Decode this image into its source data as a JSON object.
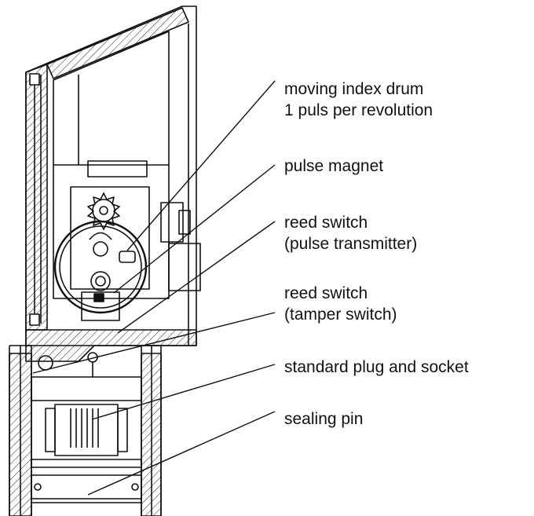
{
  "labels": [
    {
      "id": "moving-index-drum",
      "lines": [
        "moving index drum",
        "1 puls per revolution"
      ]
    },
    {
      "id": "pulse-magnet",
      "lines": [
        "pulse magnet"
      ]
    },
    {
      "id": "reed-switch-pulse",
      "lines": [
        "reed switch",
        "(pulse transmitter)"
      ]
    },
    {
      "id": "reed-switch-tamper",
      "lines": [
        "reed switch",
        "(tamper switch)"
      ]
    },
    {
      "id": "plug-socket",
      "lines": [
        "standard plug and socket"
      ]
    },
    {
      "id": "sealing-pin",
      "lines": [
        "sealing pin"
      ]
    }
  ]
}
